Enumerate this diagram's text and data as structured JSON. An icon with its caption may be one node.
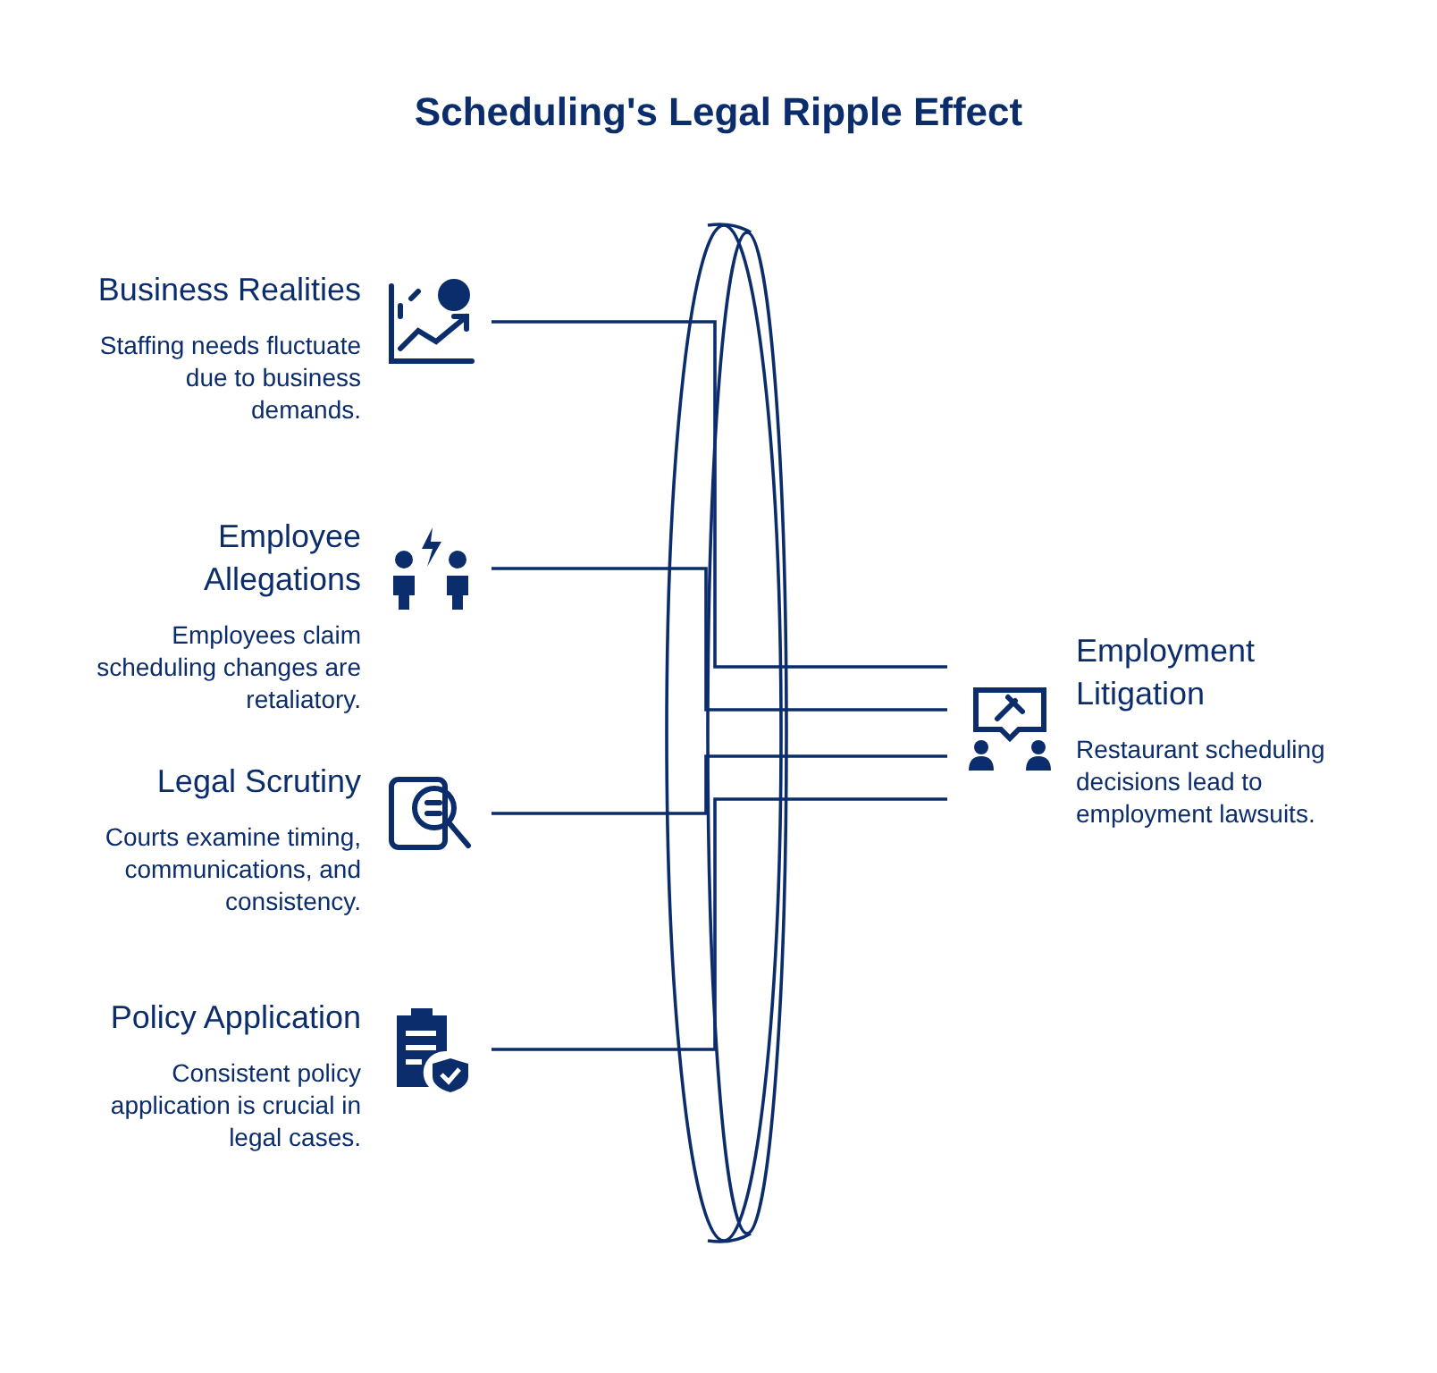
{
  "diagram": {
    "title": "Scheduling's Legal Ripple Effect",
    "nodes": [
      {
        "text": [
          "Business Realities",
          "Staffing needs fluctuate due to business demands."
        ]
      },
      {
        "text": [
          "Employee Allegations",
          "Employees claim scheduling changes are retaliatory."
        ]
      },
      {
        "text": [
          "Legal Scrutiny",
          "Courts examine timing, communications, and consistency."
        ]
      },
      {
        "text": [
          "Policy Application",
          "Consistent policy application is crucial in legal cases."
        ]
      },
      {
        "text": [
          "Employment Litigation",
          "Restaurant scheduling decisions lead to employment lawsuits."
        ]
      }
    ],
    "edges": [
      {
        "from": 0,
        "to": 4,
        "arrow": "none"
      },
      {
        "from": 1,
        "to": 4,
        "arrow": "none"
      },
      {
        "from": 2,
        "to": 4,
        "arrow": "none"
      },
      {
        "from": 3,
        "to": 4,
        "arrow": "none"
      }
    ]
  }
}
